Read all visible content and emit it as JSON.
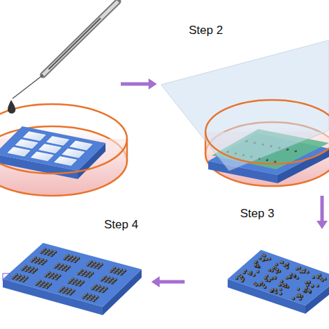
{
  "diagram": {
    "labels": [
      "Step 2",
      "Step 3",
      "Step 4"
    ]
  }
}
